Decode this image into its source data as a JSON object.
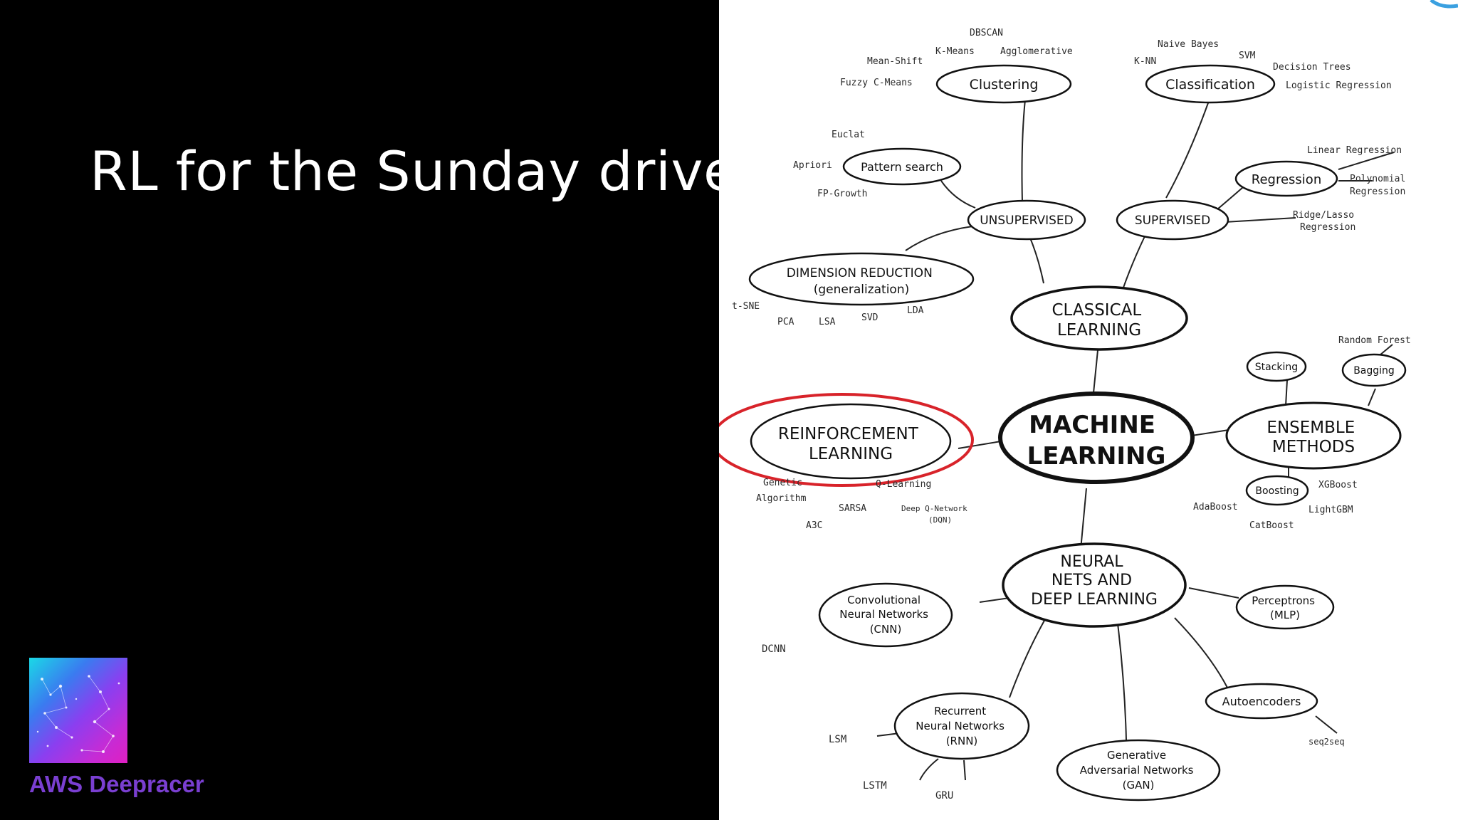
{
  "slide": {
    "title": "RL for the Sunday driver",
    "logo_label": "AWS Deepracer",
    "accent_color": "#7a3fd1",
    "highlight_color": "#d8232a"
  },
  "mindmap": {
    "nodes": [
      {
        "id": "ml",
        "lines": [
          "MACHINE",
          "LEARNING"
        ]
      },
      {
        "id": "classical",
        "lines": [
          "CLASSICAL",
          "LEARNING"
        ]
      },
      {
        "id": "unsupervised",
        "lines": [
          "UNSUPERVISED"
        ]
      },
      {
        "id": "supervised",
        "lines": [
          "SUPERVISED"
        ]
      },
      {
        "id": "clustering",
        "lines": [
          "Clustering"
        ]
      },
      {
        "id": "classification",
        "lines": [
          "Classification"
        ]
      },
      {
        "id": "pattern",
        "lines": [
          "Pattern search"
        ]
      },
      {
        "id": "regression",
        "lines": [
          "Regression"
        ]
      },
      {
        "id": "dimred",
        "lines": [
          "DIMENSION REDUCTION",
          "(generalization)"
        ]
      },
      {
        "id": "rl",
        "lines": [
          "REINFORCEMENT",
          "LEARNING"
        ]
      },
      {
        "id": "ensemble",
        "lines": [
          "ENSEMBLE",
          "METHODS"
        ]
      },
      {
        "id": "stacking",
        "lines": [
          "Stacking"
        ]
      },
      {
        "id": "bagging",
        "lines": [
          "Bagging"
        ]
      },
      {
        "id": "boosting",
        "lines": [
          "Boosting"
        ]
      },
      {
        "id": "nn",
        "lines": [
          "NEURAL",
          "NETS AND",
          "DEEP LEARNING"
        ]
      },
      {
        "id": "cnn",
        "lines": [
          "Convolutional",
          "Neural Networks",
          "(CNN)"
        ]
      },
      {
        "id": "perceptrons",
        "lines": [
          "Perceptrons",
          "(MLP)"
        ]
      },
      {
        "id": "rnn",
        "lines": [
          "Recurrent",
          "Neural Networks",
          "(RNN)"
        ]
      },
      {
        "id": "autoencoders",
        "lines": [
          "Autoencoders"
        ]
      },
      {
        "id": "gan",
        "lines": [
          "Generative",
          "Adversarial Networks",
          "(GAN)"
        ]
      }
    ],
    "labels": [
      {
        "id": "dbscan",
        "text": "DBSCAN"
      },
      {
        "id": "kmeans",
        "text": "K-Means"
      },
      {
        "id": "agglomerative",
        "text": "Agglomerative"
      },
      {
        "id": "meanshift",
        "text": "Mean-Shift"
      },
      {
        "id": "fuzzy",
        "text": "Fuzzy C-Means"
      },
      {
        "id": "naive",
        "text": "Naive Bayes"
      },
      {
        "id": "svm",
        "text": "SVM"
      },
      {
        "id": "knn",
        "text": "K-NN"
      },
      {
        "id": "dtrees",
        "text": "Decision Trees"
      },
      {
        "id": "logreg",
        "text": "Logistic Regression"
      },
      {
        "id": "eclat",
        "text": "Euclat"
      },
      {
        "id": "apriori",
        "text": "Apriori"
      },
      {
        "id": "fpgrowth",
        "text": "FP-Growth"
      },
      {
        "id": "linreg",
        "text": "Linear Regression"
      },
      {
        "id": "polyreg1",
        "text": "Polynomial"
      },
      {
        "id": "polyreg2",
        "text": "Regression"
      },
      {
        "id": "ridge1",
        "text": "Ridge/Lasso"
      },
      {
        "id": "ridge2",
        "text": "Regression"
      },
      {
        "id": "tsne",
        "text": "t-SNE"
      },
      {
        "id": "pca",
        "text": "PCA"
      },
      {
        "id": "lsa",
        "text": "LSA"
      },
      {
        "id": "svd",
        "text": "SVD"
      },
      {
        "id": "lda",
        "text": "LDA"
      },
      {
        "id": "rforest",
        "text": "Random Forest"
      },
      {
        "id": "xgboost",
        "text": "XGBoost"
      },
      {
        "id": "adaboost",
        "text": "AdaBoost"
      },
      {
        "id": "lightgbm",
        "text": "LightGBM"
      },
      {
        "id": "catboost",
        "text": "CatBoost"
      },
      {
        "id": "genetic1",
        "text": "Genetic"
      },
      {
        "id": "genetic2",
        "text": "Algorithm"
      },
      {
        "id": "qlearning",
        "text": "Q-Learning"
      },
      {
        "id": "sarsa",
        "text": "SARSA"
      },
      {
        "id": "dqn1",
        "text": "Deep Q-Network"
      },
      {
        "id": "dqn2",
        "text": "(DQN)"
      },
      {
        "id": "a3c",
        "text": "A3C"
      },
      {
        "id": "dcnn",
        "text": "DCNN"
      },
      {
        "id": "lsm",
        "text": "LSM"
      },
      {
        "id": "lstm",
        "text": "LSTM"
      },
      {
        "id": "gru",
        "text": "GRU"
      },
      {
        "id": "seq2seq",
        "text": "seq2seq"
      }
    ]
  }
}
